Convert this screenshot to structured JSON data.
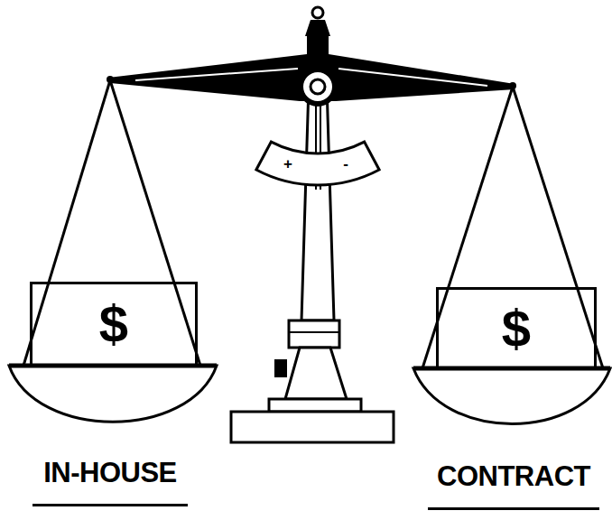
{
  "diagram": {
    "nodes": [
      {
        "text": [
          "$"
        ]
      },
      {
        "text": [
          "$"
        ]
      }
    ],
    "labels": [
      "IN-HOUSE",
      "CONTRACT",
      "+",
      "-"
    ]
  }
}
